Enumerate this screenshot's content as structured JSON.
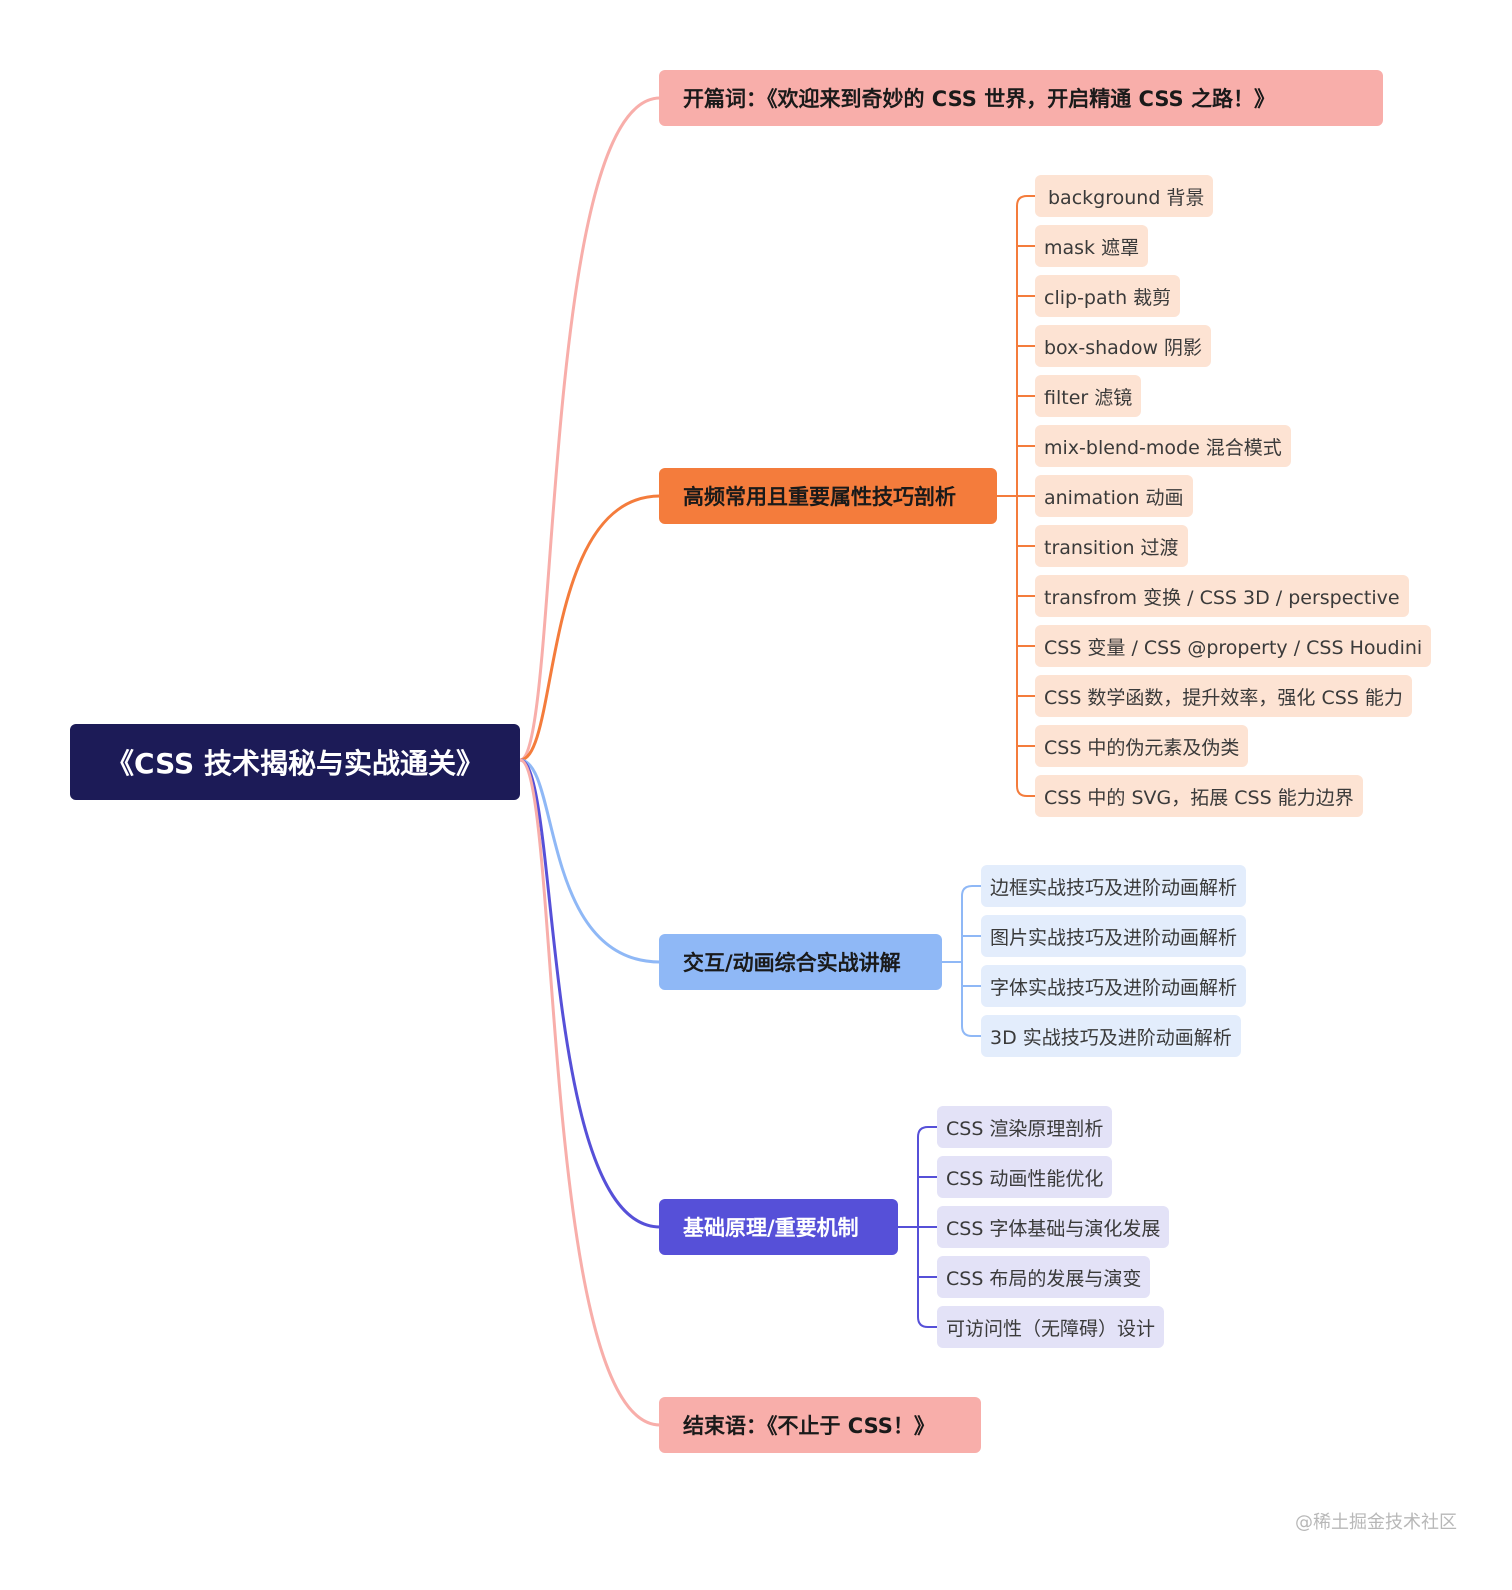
{
  "root": {
    "title": "《CSS 技术揭秘与实战通关》"
  },
  "branches": [
    {
      "label": "开篇词：《欢迎来到奇妙的 CSS 世界，开启精通 CSS 之路！》",
      "color": "#f8aeaa",
      "children": []
    },
    {
      "label": "高频常用且重要属性技巧剖析",
      "color": "#f47c3c",
      "children": [
        "background 背景",
        "mask 遮罩",
        "clip-path 裁剪",
        "box-shadow 阴影",
        "filter 滤镜",
        "mix-blend-mode 混合模式",
        "animation 动画",
        "transition 过渡",
        "transfrom 变换 / CSS 3D / perspective",
        "CSS 变量 / CSS @property / CSS Houdini",
        "CSS 数学函数，提升效率，强化 CSS 能力",
        "CSS 中的伪元素及伪类",
        "CSS 中的 SVG，拓展 CSS 能力边界"
      ]
    },
    {
      "label": "交互/动画综合实战讲解",
      "color": "#8fb8f6",
      "children": [
        "边框实战技巧及进阶动画解析",
        "图片实战技巧及进阶动画解析",
        "字体实战技巧及进阶动画解析",
        "3D 实战技巧及进阶动画解析"
      ]
    },
    {
      "label": "基础原理/重要机制",
      "color": "#5650d8",
      "children": [
        "CSS 渲染原理剖析",
        "CSS 动画性能优化",
        "CSS 字体基础与演化发展",
        "CSS 布局的发展与演变",
        "可访问性（无障碍）设计"
      ]
    },
    {
      "label": "结束语：《不止于 CSS！》",
      "color": "#f8aeaa",
      "children": []
    }
  ],
  "watermark": "@稀土掘金技术社区"
}
